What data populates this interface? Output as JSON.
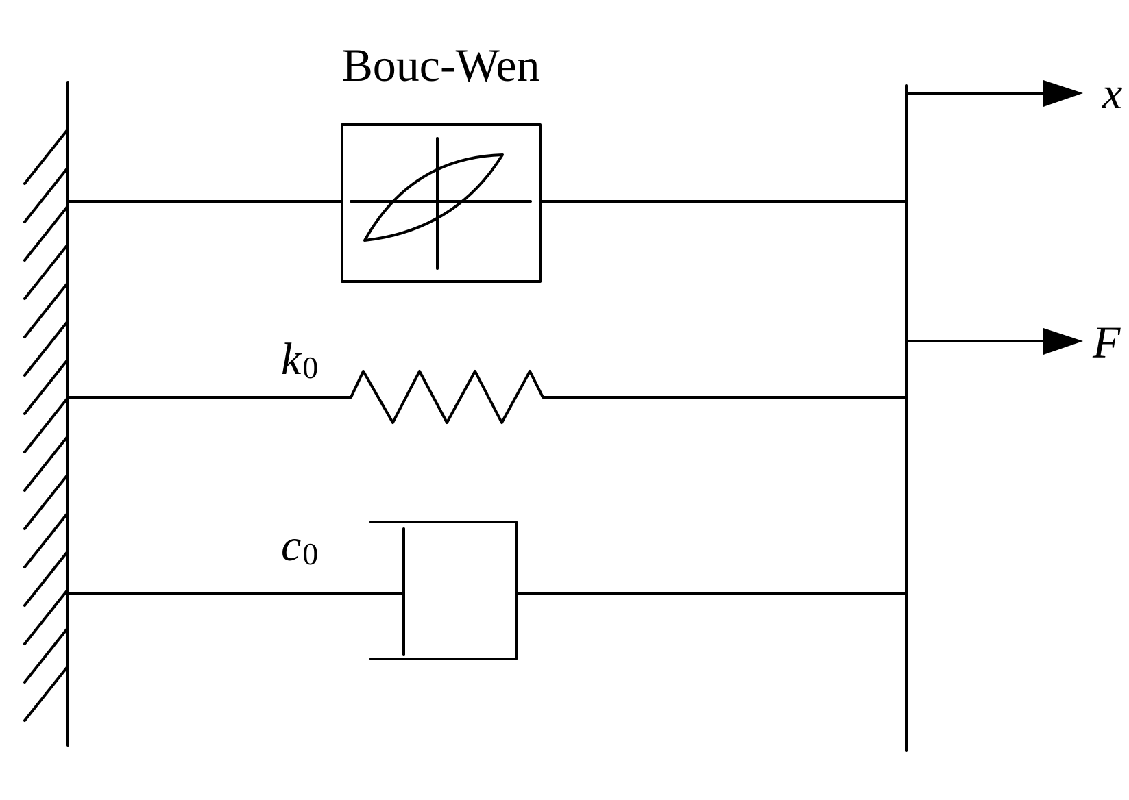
{
  "diagram": {
    "title": "Bouc-Wen",
    "components": {
      "bouc_wen": {
        "label": "Bouc-Wen",
        "type": "hysteresis-element"
      },
      "spring": {
        "symbol": "k",
        "subscript": "0",
        "type": "spring"
      },
      "damper": {
        "symbol": "c",
        "subscript": "0",
        "type": "dashpot"
      }
    },
    "outputs": {
      "displacement": {
        "symbol": "x"
      },
      "force": {
        "symbol": "F"
      }
    },
    "colors": {
      "stroke": "#000000",
      "background": "#ffffff"
    }
  }
}
